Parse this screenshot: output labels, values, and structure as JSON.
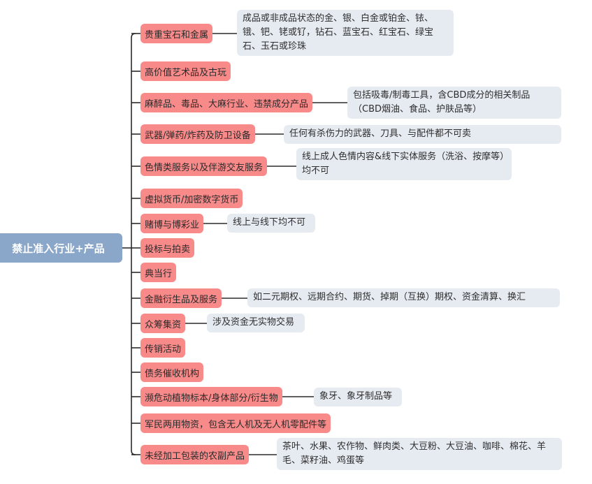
{
  "root": "禁止准入行业+产品",
  "items": [
    {
      "label": "贵重宝石和金属",
      "note": "成品或非成品状态的金、银、白金或铂金、铱、锇、钯、铑或钌，钻石、蓝宝石、红宝石、绿宝石、玉石或珍珠"
    },
    {
      "label": "高价值艺术品及古玩",
      "note": ""
    },
    {
      "label": "麻醉品、毒品、大麻行业、违禁成分产品",
      "note": "包括吸毒/制毒工具，含CBD成分的相关制品（CBD烟油、食品、护肤品等）"
    },
    {
      "label": "武器/弹药/炸药及防卫设备",
      "note": "任何有杀伤力的武器、刀具、与配件都不可卖"
    },
    {
      "label": "色情类服务以及伴游交友服务",
      "note": "线上成人色情内容&线下实体服务（洗浴、按摩等）均不可"
    },
    {
      "label": "虚拟货币/加密数字货币",
      "note": ""
    },
    {
      "label": "赌博与博彩业",
      "note": "线上与线下均不可"
    },
    {
      "label": "投标与拍卖",
      "note": ""
    },
    {
      "label": "典当行",
      "note": ""
    },
    {
      "label": "金融衍生品及服务",
      "note": "如二元期权、远期合约、期货、掉期（互换）期权、资金清算、换汇"
    },
    {
      "label": "众筹集资",
      "note": "涉及资金无实物交易"
    },
    {
      "label": "传销活动",
      "note": ""
    },
    {
      "label": "债务催收机构",
      "note": ""
    },
    {
      "label": "濒危动植物标本/身体部分/衍生物",
      "note": "象牙、象牙制品等"
    },
    {
      "label": "军民两用物资，包含无人机及无人机零配件等",
      "note": ""
    },
    {
      "label": "未经加工包装的农副产品",
      "note": "茶叶、水果、农作物、鲜肉类、大豆粉、大豆油、咖啡、棉花、羊毛、菜籽油、鸡蛋等"
    }
  ],
  "colors": {
    "root": "#8aa6c8",
    "node": "#f98a8a",
    "note": "#e6ebf2",
    "line": "#2b2b2b"
  }
}
